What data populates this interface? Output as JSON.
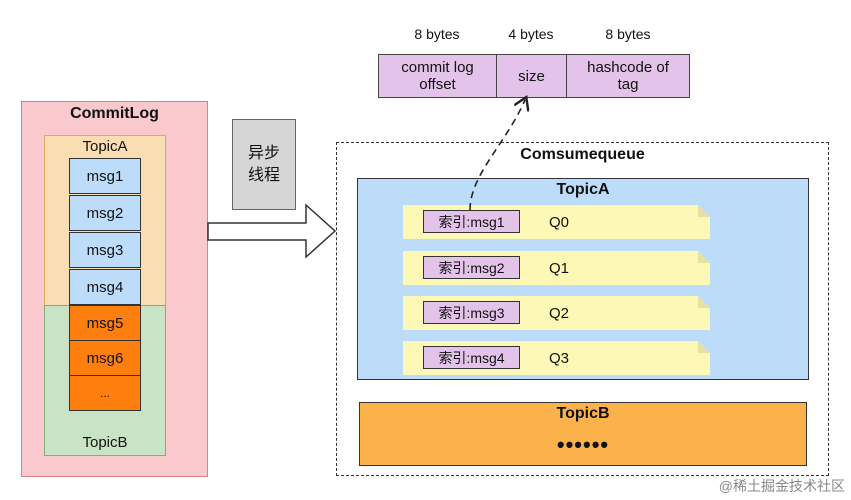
{
  "commitlog": {
    "title": "CommitLog",
    "topic_a": "TopicA",
    "topic_b": "TopicB",
    "messages": [
      "msg1",
      "msg2",
      "msg3",
      "msg4",
      "msg5",
      "msg6",
      "..."
    ]
  },
  "async_box": {
    "line1": "异步",
    "line2": "线程"
  },
  "header_fields": [
    {
      "bytes": "8 bytes",
      "line1": "commit log",
      "line2": "offset"
    },
    {
      "bytes": "4 bytes",
      "line1": "size",
      "line2": ""
    },
    {
      "bytes": "8 bytes",
      "line1": "hashcode of",
      "line2": "tag"
    }
  ],
  "consumequeue": {
    "title": "Comsumequeue",
    "topic_a": {
      "title": "TopicA",
      "queues": [
        {
          "label": "索引:msg1",
          "name": "Q0"
        },
        {
          "label": "索引:msg2",
          "name": "Q1"
        },
        {
          "label": "索引:msg3",
          "name": "Q2"
        },
        {
          "label": "索引:msg4",
          "name": "Q3"
        }
      ]
    },
    "topic_b": {
      "title": "TopicB",
      "dots": "••••••"
    }
  },
  "colors": {
    "commitlog_bg": "#f9c9cd",
    "topic_a_left": "#fbddb3",
    "topic_b_left": "#c9e3c6",
    "msg_blue": "#bddcf9",
    "msg_orange": "#ff7f0e",
    "header_cell": "#e4c3ea",
    "queue_note": "#fdf8b6",
    "topic_b_right": "#fbb24a"
  },
  "watermark": "@稀土掘金技术社区"
}
